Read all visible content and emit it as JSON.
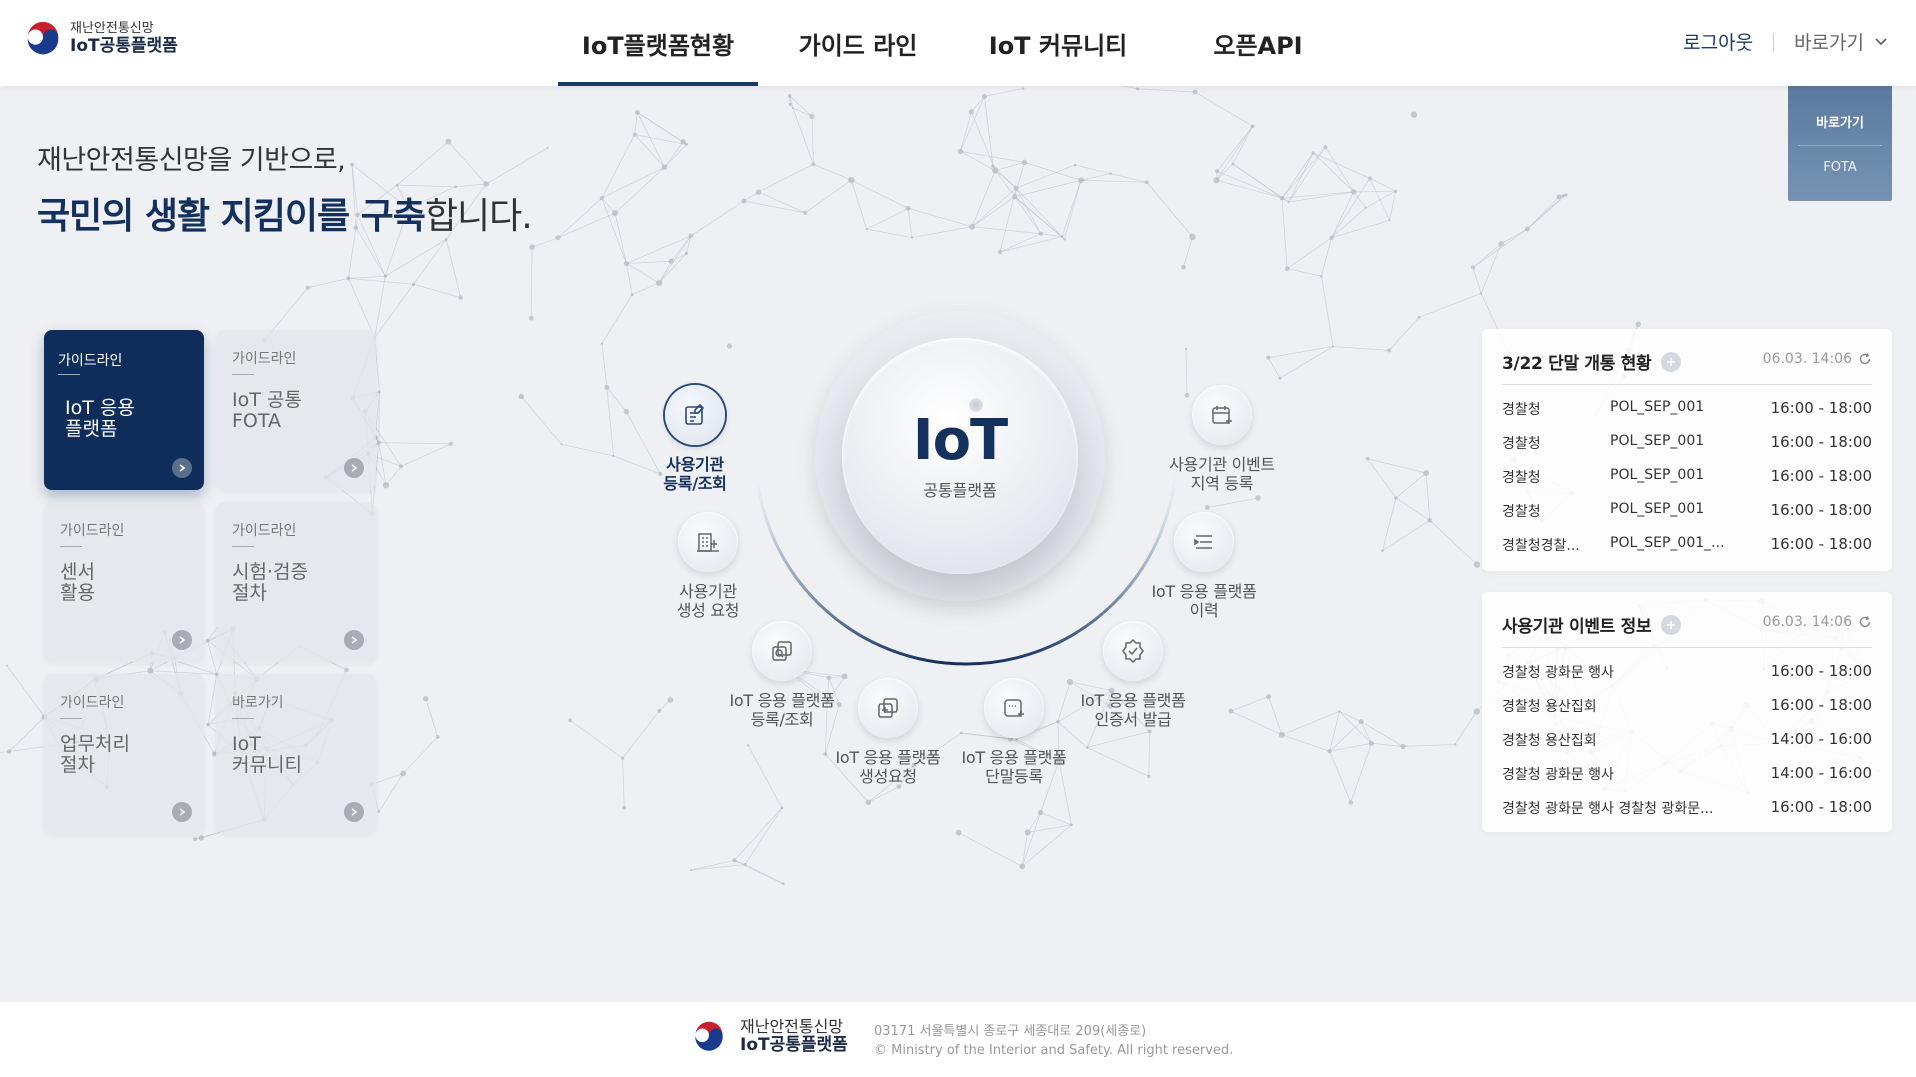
{
  "header": {
    "logo_sub": "재난안전통신망",
    "logo_main": "IoT공통플랫폼",
    "nav": [
      {
        "label": "IoT플랫폼현황",
        "active": true
      },
      {
        "label": "가이드 라인",
        "active": false
      },
      {
        "label": "IoT 커뮤니티",
        "active": false
      },
      {
        "label": "오픈API",
        "active": false
      }
    ],
    "logout": "로그아웃",
    "quick": "바로가기"
  },
  "quick_panel": {
    "title": "바로가기",
    "item": "FOTA"
  },
  "hero": {
    "line1": "재난안전통신망을 기반으로,",
    "line2_strong": "국민의 생활 지킴이를 구축",
    "line2_rest": "합니다."
  },
  "cards": [
    {
      "tag": "가이드라인",
      "title": "IoT 응용\n플랫폼",
      "active": true
    },
    {
      "tag": "가이드라인",
      "title": "IoT 공통\nFOTA",
      "active": false
    },
    {
      "tag": "가이드라인",
      "title": "센서\n활용",
      "active": false
    },
    {
      "tag": "가이드라인",
      "title": "시험·검증\n절차",
      "active": false
    },
    {
      "tag": "가이드라인",
      "title": "업무처리\n절차",
      "active": false
    },
    {
      "tag": "바로가기",
      "title": "IoT\n커뮤니티",
      "active": false
    }
  ],
  "core": {
    "title": "IoT",
    "subtitle": "공통플랫폼"
  },
  "nodes": [
    {
      "label": "사용기관\n등록/조회",
      "icon": "clipboard-edit-icon",
      "active": true
    },
    {
      "label": "사용기관\n생성 요청",
      "icon": "building-add-icon",
      "active": false
    },
    {
      "label": "IoT 응용 플랫폼\n등록/조회",
      "icon": "copy-search-icon",
      "active": false
    },
    {
      "label": "IoT 응용 플랫폼\n생성요청",
      "icon": "copy-add-icon",
      "active": false
    },
    {
      "label": "IoT 응용 플랫폼\n단말등록",
      "icon": "device-add-icon",
      "active": false
    },
    {
      "label": "IoT 응용 플랫폼\n인증서 발급",
      "icon": "badge-check-icon",
      "active": false
    },
    {
      "label": "IoT 응용 플랫폼\n이력",
      "icon": "list-icon",
      "active": false
    },
    {
      "label": "사용기관 이벤트\n지역 등록",
      "icon": "calendar-add-icon",
      "active": false
    }
  ],
  "panel_devices": {
    "title": "3/22 단말 개통 현황",
    "time": "06.03. 14:06",
    "rows": [
      {
        "org": "경찰청",
        "code": "POL_SEP_001",
        "time": "16:00 - 18:00"
      },
      {
        "org": "경찰청",
        "code": "POL_SEP_001",
        "time": "16:00 - 18:00"
      },
      {
        "org": "경찰청",
        "code": "POL_SEP_001",
        "time": "16:00 - 18:00"
      },
      {
        "org": "경찰청",
        "code": "POL_SEP_001",
        "time": "16:00 - 18:00"
      },
      {
        "org": "경찰청경찰...",
        "code": "POL_SEP_001_...",
        "time": "16:00 - 18:00"
      }
    ]
  },
  "panel_events": {
    "title": "사용기관 이벤트 정보",
    "time": "06.03. 14:06",
    "rows": [
      {
        "name": "경찰청 광화문 행사",
        "time": "16:00 - 18:00"
      },
      {
        "name": "경찰청 용산집회",
        "time": "16:00 - 18:00"
      },
      {
        "name": "경찰청 용산집회",
        "time": "14:00 - 16:00"
      },
      {
        "name": "경찰청 광화문 행사",
        "time": "14:00 - 16:00"
      },
      {
        "name": "경찰청 광화문 행사 경찰청 광화문...",
        "time": "16:00 - 18:00"
      }
    ]
  },
  "footer": {
    "logo_sub": "재난안전통신망",
    "logo_main": "IoT공통플랫폼",
    "address": "03171 서울특별시 종로구 세종대로 209(세종로)",
    "copyright": "© Ministry of the Interior and Safety. All right reserved."
  },
  "colors": {
    "primary": "#14305c",
    "active_card": "#0f2d5a",
    "quick_panel": "#6686aa",
    "background": "#eef0f4"
  }
}
